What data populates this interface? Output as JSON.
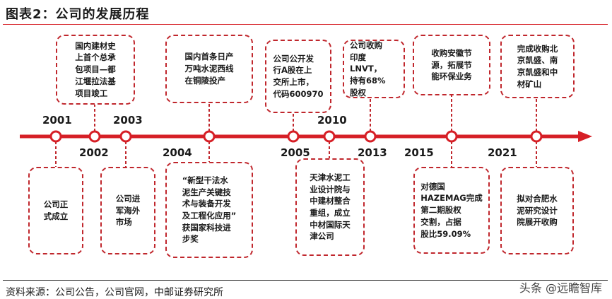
{
  "title": "图表2：公司的发展历程",
  "source": "资料来源：公司公告，公司官网，中邮证券研究所",
  "watermark": "头条 @远瞻智库",
  "colors": {
    "accent": "#d61f26",
    "box_border": "#c0272d"
  },
  "events": [
    {
      "year": "2001",
      "text": "公司正\n式成立"
    },
    {
      "year": "2002",
      "text": "国内建材史\n上首个总承\n包项目—都\n江堰拉法基\n项目竣工"
    },
    {
      "year": "2003",
      "text": "公司进\n军海外\n市场"
    },
    {
      "year": "2004",
      "text": "国内首条日产\n万吨水泥西线\n在铜陵投产"
    },
    {
      "year": "2004",
      "text": "“新型干法水\n泥生产关键技\n术与装备开发\n及工程化应用”\n获国家科技进\n步奖"
    },
    {
      "year": "2005",
      "text": "公司公开发\n行A股在上\n交所上市，\n代码600970"
    },
    {
      "year": "2010",
      "text": "天津水泥工\n业设计院与\n中建材整合\n重组，成立\n中材国际天\n津公司"
    },
    {
      "year": "2013",
      "text": "公司收购\n印度LNVT，\n持有68%\n股权"
    },
    {
      "year": "2015",
      "text": "收购安徽节\n源，拓展节\n能环保业务"
    },
    {
      "year": "2015",
      "text": "对德国\nHAZEMAG完成\n第二期股权\n交割，占据\n股比59.09%"
    },
    {
      "year": "2021",
      "text": "完成收购北\n京凯盛、南\n京凯盛和中\n材矿山"
    },
    {
      "year": "2021",
      "text": "拟对合肥水\n泥研究设计\n院展开收购"
    }
  ],
  "year_labels": [
    "2001",
    "2002",
    "2003",
    "2004",
    "2005",
    "2010",
    "2013",
    "2015",
    "2021"
  ]
}
